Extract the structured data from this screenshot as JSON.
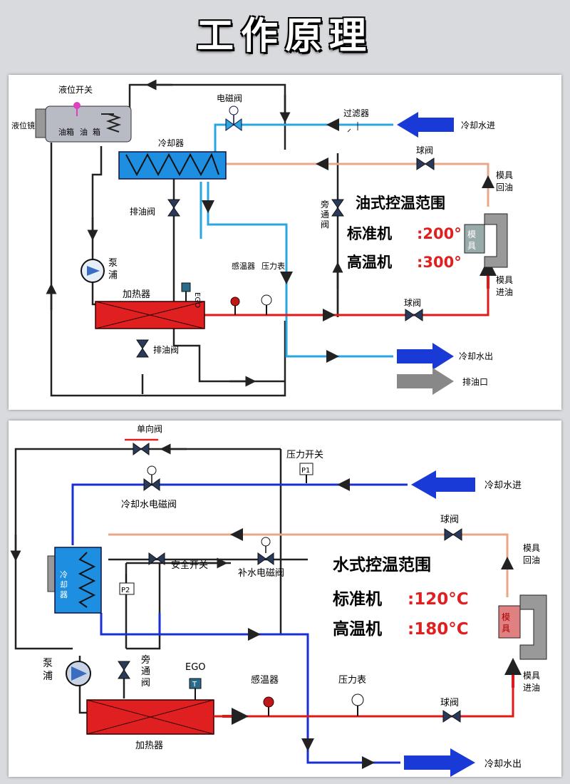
{
  "page_title": "工作原理",
  "colors": {
    "hot_line": "#e01818",
    "return_line": "#e8a888",
    "cool_line_top": "#2aa7e0",
    "cool_line_bottom": "#1a2fd0",
    "black_line": "#222222",
    "arrow_blue": "#1a3ad8",
    "heater_red": "#e02020",
    "cooler_blue": "#1e8ee0",
    "highlight_red": "#e02020"
  },
  "top": {
    "labels": {
      "level_switch": "液位开关",
      "level_gauge": "液位镜",
      "oil_tank_1": "油箱",
      "oil_tank_2": "油",
      "oil_tank_3": "箱",
      "solenoid_valve": "电磁阀",
      "filter": "过滤器",
      "cooling_water_in": "冷却水进",
      "cooler": "冷却器",
      "ball_valve_top": "球阀",
      "mold_return_1": "模具",
      "mold_return_2": "回油",
      "bypass_1": "旁",
      "bypass_2": "通",
      "bypass_3": "阀",
      "drain_valve_top": "排油阀",
      "pump_1": "泵",
      "pump_2": "浦",
      "heater": "加热器",
      "ego": "EGO",
      "temp_sensor": "感温器",
      "pressure_gauge": "压力表",
      "ball_valve_bottom": "球阀",
      "mold_1": "模",
      "mold_2": "具",
      "mold_in_1": "模具",
      "mold_in_2": "进油",
      "drain_valve_bottom": "排油阀",
      "cooling_water_out": "冷却水出",
      "oil_drain": "排油口",
      "range_title": "油式控温范围",
      "standard_label": "标准机",
      "standard_value": ":200°",
      "high_label": "高温机",
      "high_value": ":300°"
    }
  },
  "bottom": {
    "labels": {
      "check_valve": "单向阀",
      "pressure_switch": "压力开关",
      "p1": "P1",
      "cooling_solenoid": "冷却水电磁阀",
      "cooling_water_in": "冷却水进",
      "ball_valve_top": "球阀",
      "mold_return_1": "模具",
      "mold_return_2": "回油",
      "safety_switch": "安全开关",
      "refill_solenoid": "补水电磁阀",
      "cooler_1": "冷",
      "cooler_2": "却",
      "cooler_3": "器",
      "p2": "P2",
      "range_title": "水式控温范围",
      "standard_label": "标准机",
      "standard_value": ":120°C",
      "high_label": "高温机",
      "high_value": ":180°C",
      "mold_1": "模",
      "mold_2": "具",
      "pump_1": "泵",
      "pump_2": "浦",
      "bypass_1": "旁",
      "bypass_2": "通",
      "bypass_3": "阀",
      "ego": "EGO",
      "t": "T",
      "temp_sensor": "感温器",
      "pressure_gauge": "压力表",
      "ball_valve_bottom": "球阀",
      "mold_in_1": "模具",
      "mold_in_2": "进油",
      "heater": "加热器",
      "cooling_water_out": "冷却水出"
    }
  }
}
